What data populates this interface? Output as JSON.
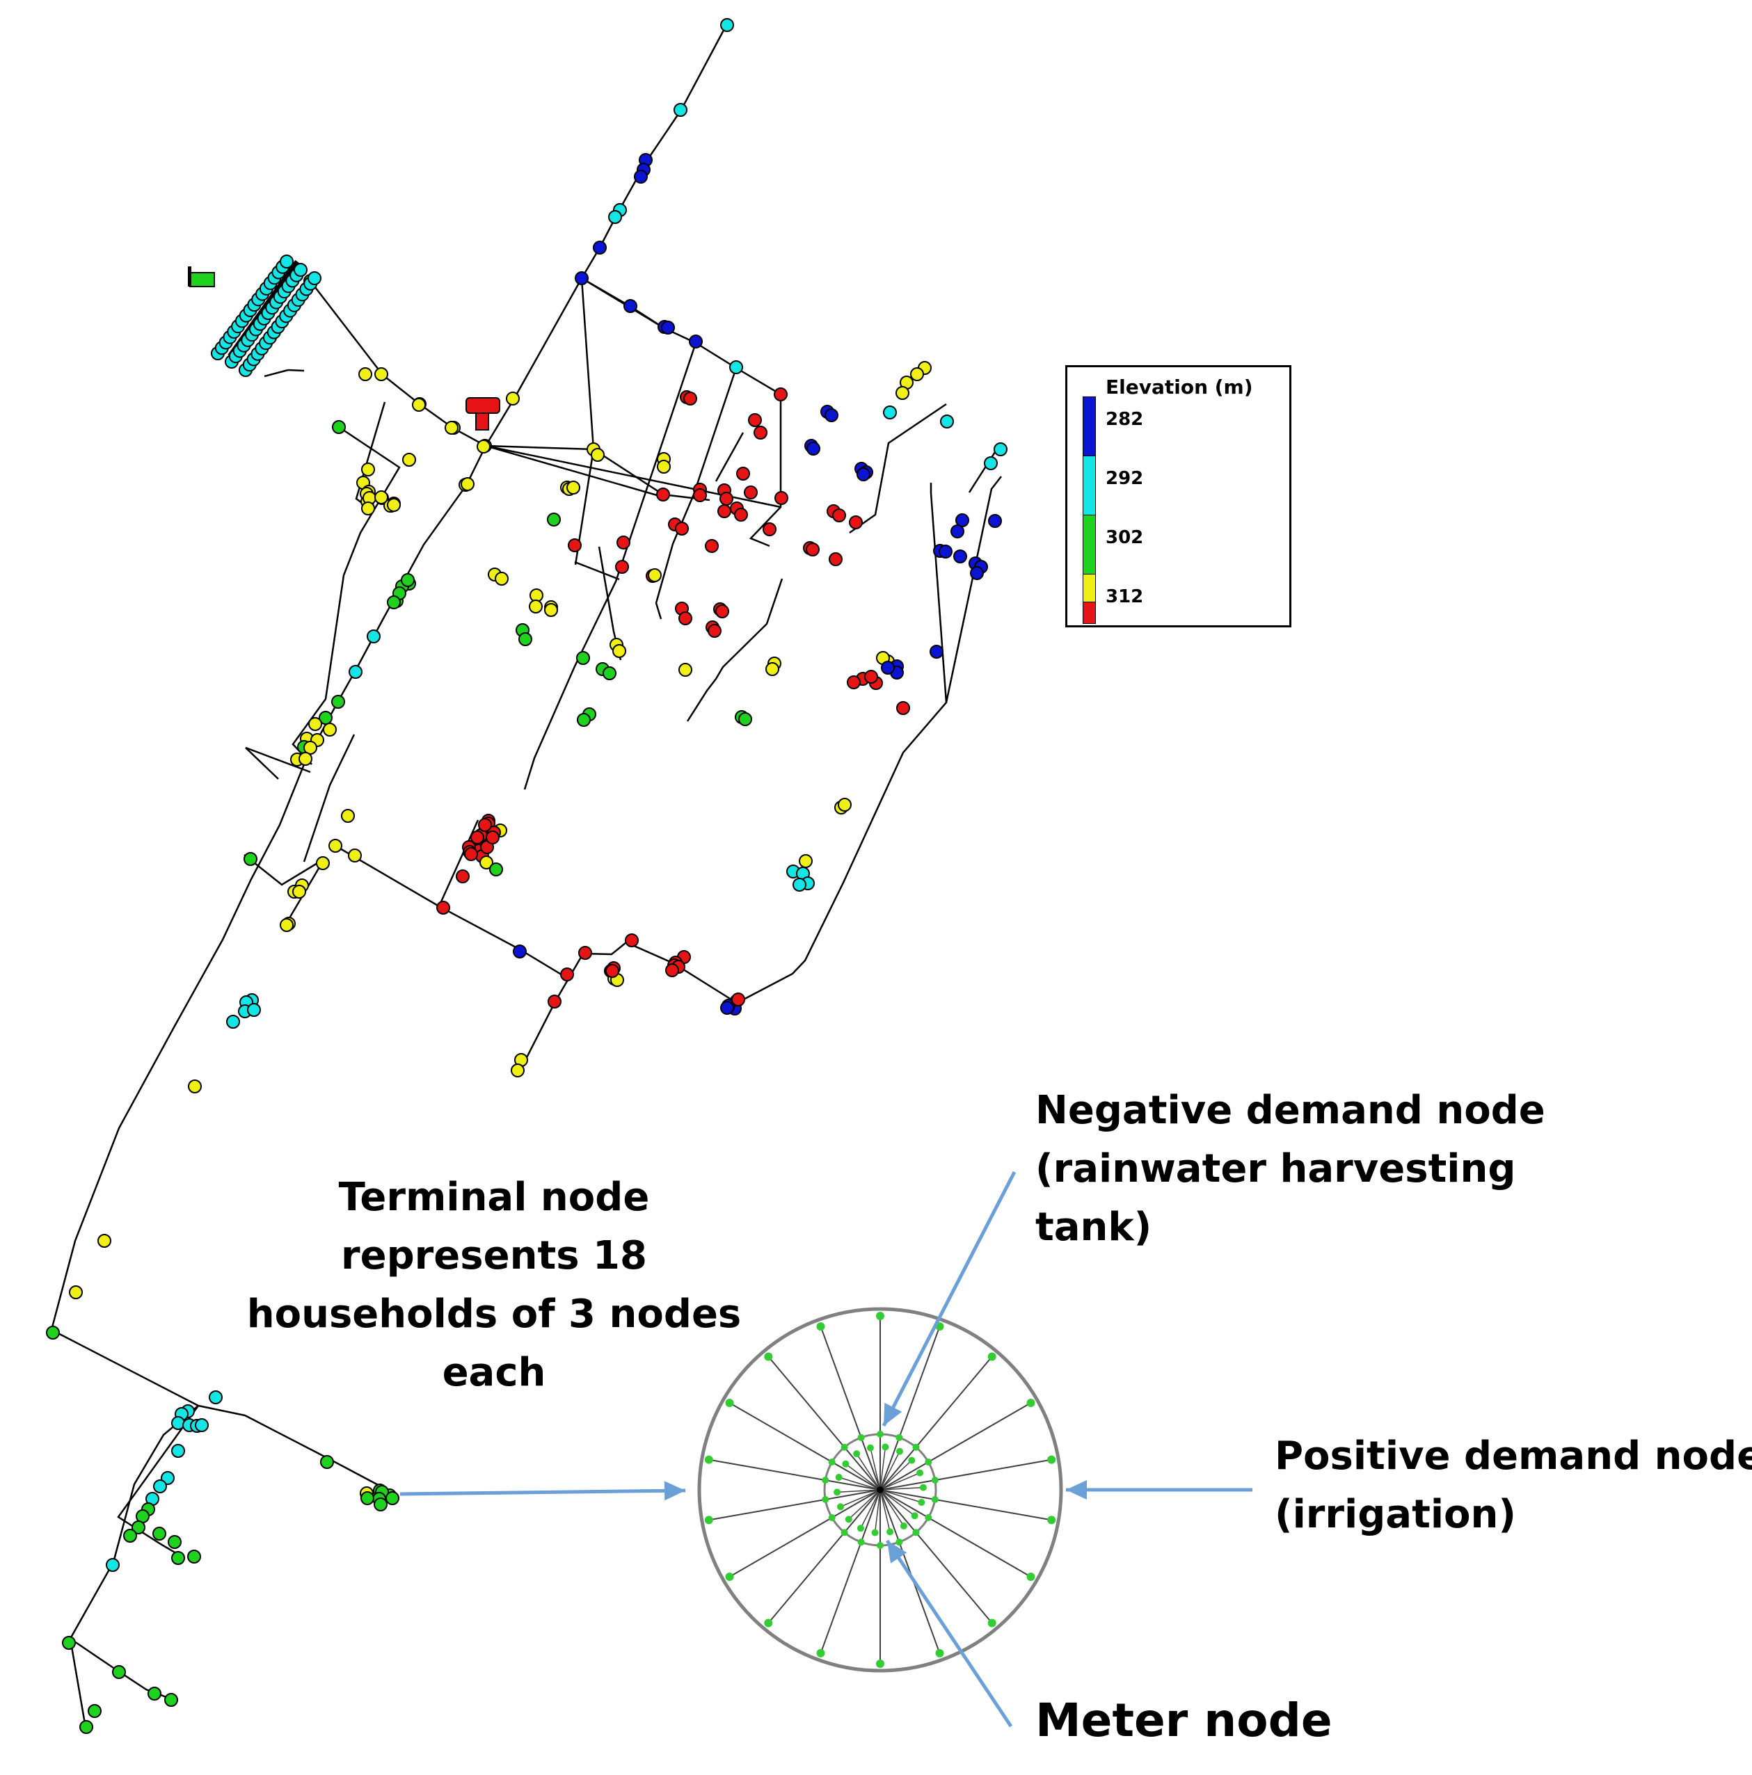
{
  "legend": {
    "title": "Elevation (m)",
    "levels": [
      {
        "label": "282",
        "color": "#0a14d2"
      },
      {
        "label": "292",
        "color": "#14e6e6"
      },
      {
        "label": "302",
        "color": "#1ed21e"
      },
      {
        "label": "312",
        "color": "#f0f014"
      },
      {
        "label": "",
        "color": "#e61414"
      }
    ]
  },
  "colors": {
    "link": "#000000",
    "arrow": "#6a9fd8",
    "inset_ring": "#808080",
    "inset_node": "#33cc33",
    "reservoir": "#1ed21e",
    "tank": "#e61414",
    "node_outline": "#000000"
  },
  "callouts": {
    "terminal": [
      "Terminal node",
      "represents 18",
      "households of 3 nodes",
      "each"
    ],
    "negative": [
      "Negative demand node",
      "(rainwater harvesting",
      "tank)"
    ],
    "positive": [
      "Positive demand node",
      "(irrigation)"
    ],
    "meter": "Meter node"
  },
  "inset": {
    "households": 18
  },
  "network": {
    "node_elevations": [
      "282",
      "292",
      "302",
      "312"
    ]
  }
}
